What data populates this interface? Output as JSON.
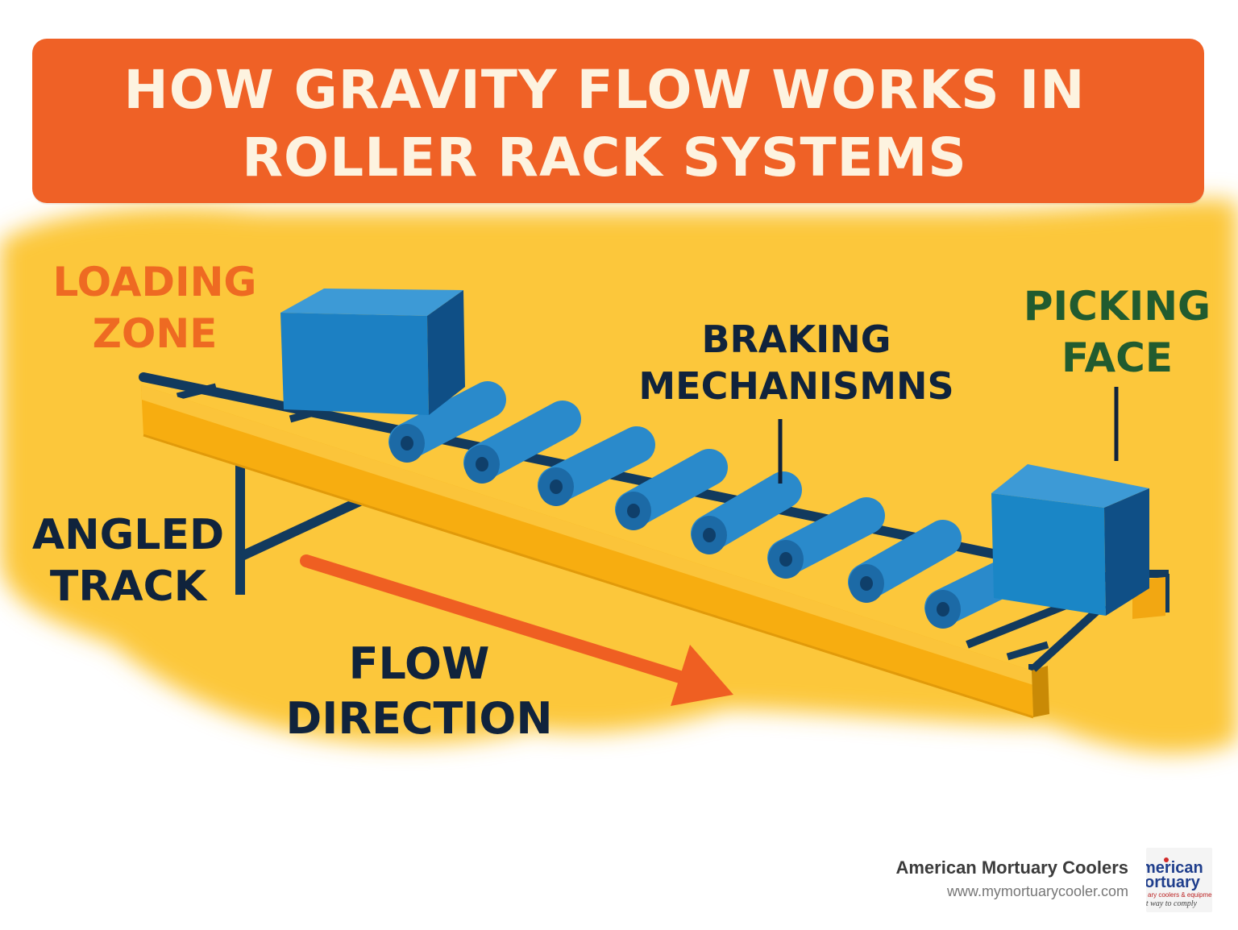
{
  "title": "HOW GRAVITY FLOW WORKS IN ROLLER RACK SYSTEMS",
  "labels": {
    "loading_zone": "LOADING\nZONE",
    "picking_face": "PICKING\nFACE",
    "braking_mechanisms": "BRAKING\nMECHANISMNS",
    "angled_track": "ANGLED\nTRACK",
    "flow_direction": "FLOW\nDIRECTION"
  },
  "footer": {
    "company": "American Mortuary Coolers",
    "url": "www.mymortuarycooler.com",
    "logo_line1": "merican",
    "logo_line2": "ortuary",
    "logo_tagline": "ary coolers & equipment",
    "logo_motto": "st way to comply"
  },
  "colors": {
    "banner": "#ef6126",
    "background_blob": "#fcc73b",
    "rail": "#f7ad10",
    "frame": "#123a5e",
    "roller": "#1f7fc2",
    "box": "#1a78bd",
    "arrow": "#ef5f22",
    "loading_label": "#ee6a22",
    "picking_label": "#215b2f"
  },
  "icons": [
    "flow-arrow",
    "roller",
    "box"
  ]
}
